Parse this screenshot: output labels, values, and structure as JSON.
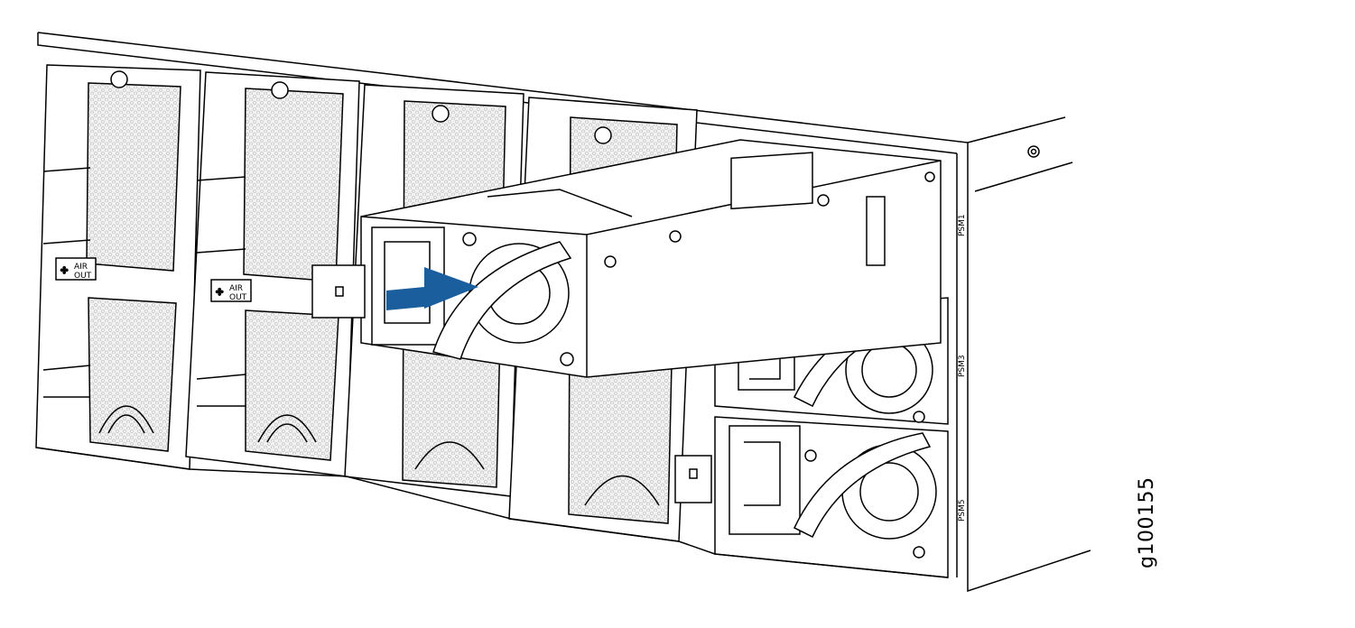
{
  "figure_id": "g100155",
  "fan_modules": [
    {
      "label_line1": "AIR",
      "label_line2": "OUT"
    },
    {
      "label_line1": "AIR",
      "label_line2": "OUT"
    }
  ],
  "psu_slots": [
    {
      "label": "PSM1"
    },
    {
      "label": "PSM3"
    },
    {
      "label": "PSM5"
    }
  ],
  "colors": {
    "arrow": "#1b5e9e",
    "line": "#000000",
    "mesh": "#e6e6e6",
    "body": "#ffffff"
  }
}
